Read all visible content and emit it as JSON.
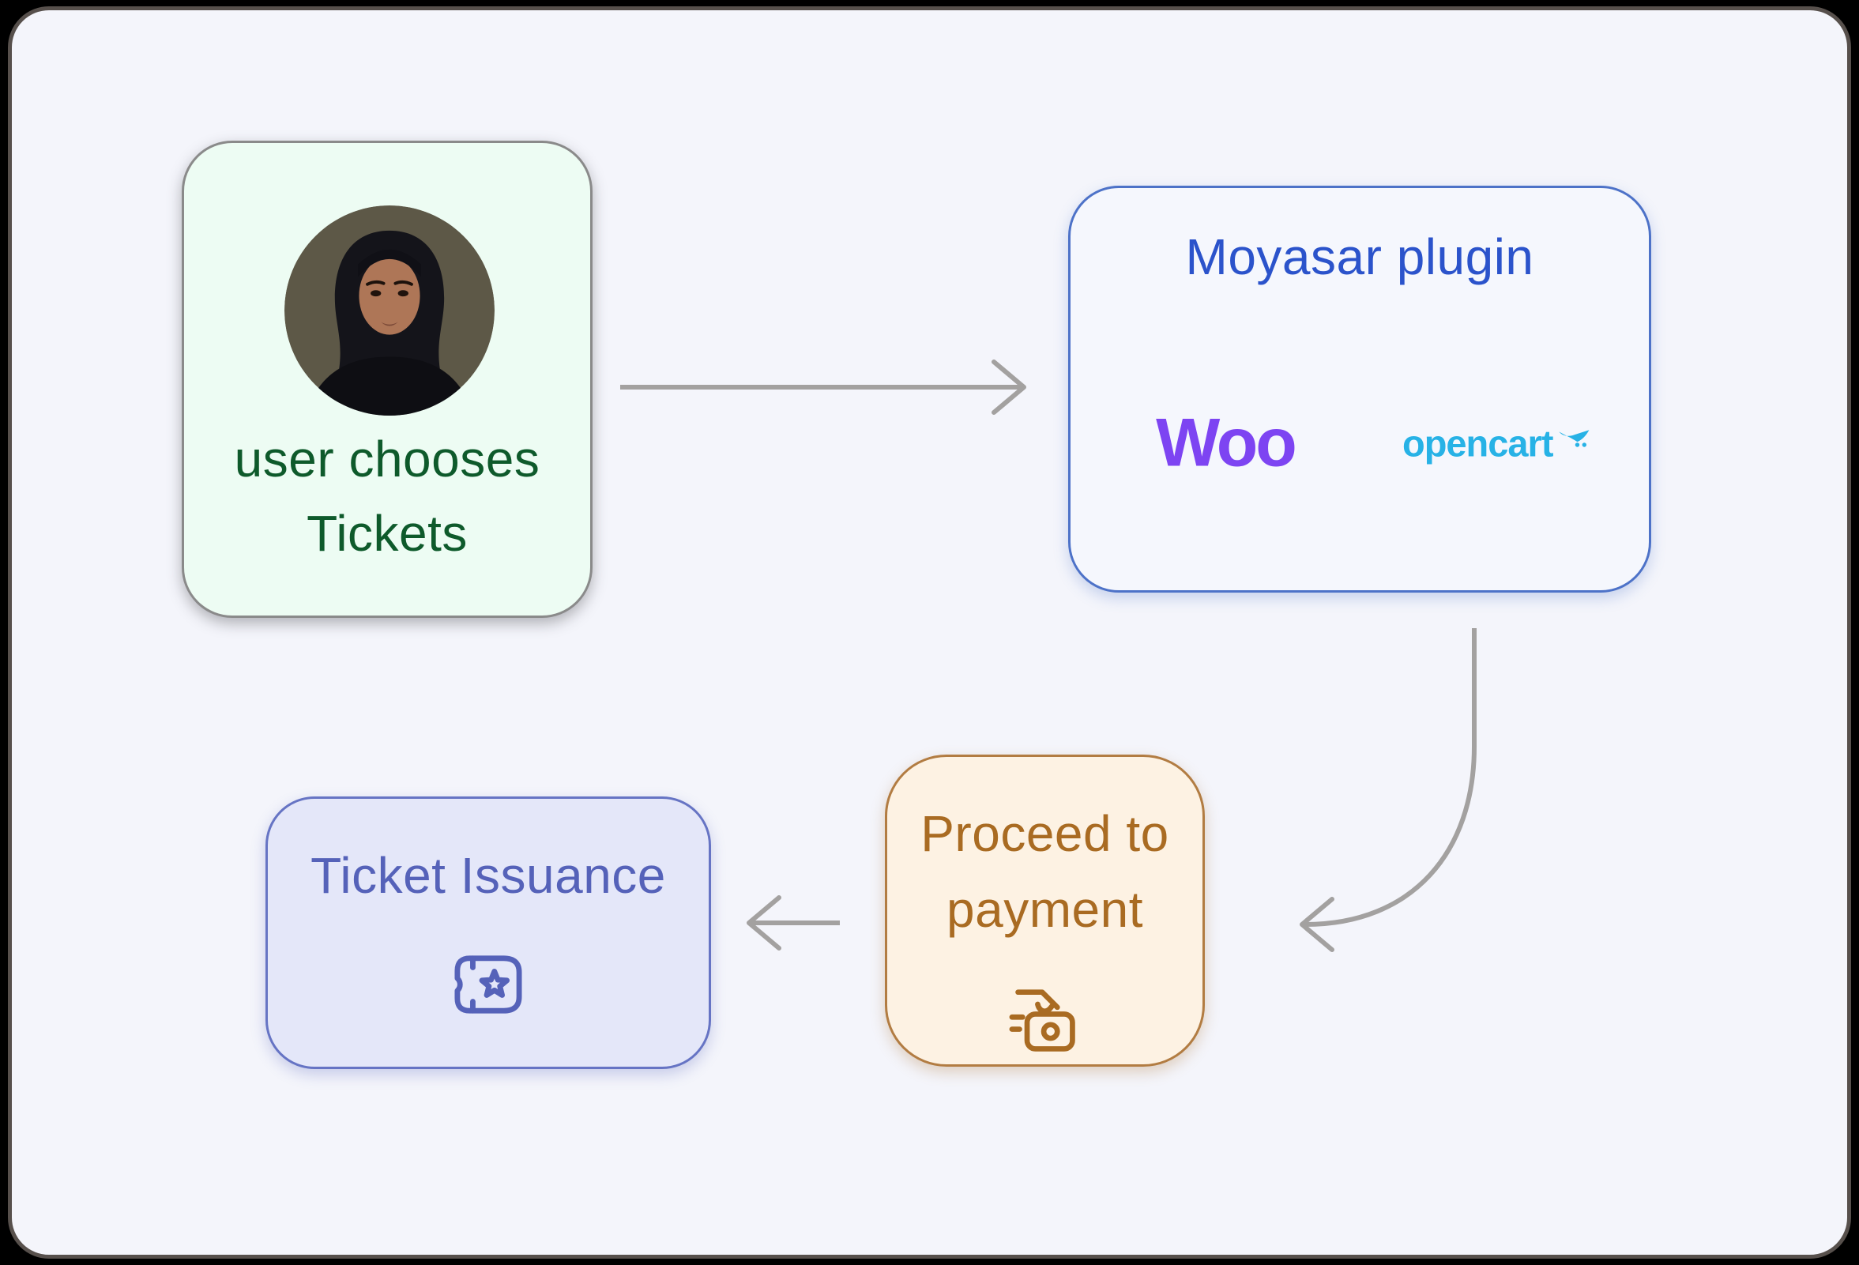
{
  "frame": {
    "outer_background": "#000000",
    "border_color": "#57504c",
    "background": "#f4f5fb"
  },
  "nodes": {
    "user_chooses": {
      "line1": "user chooses",
      "line2": "Tickets",
      "text_color": "#0e5a2b",
      "bg_color": "#edfcf3",
      "border_color": "#8a8a8a",
      "avatar": "portrait-photo-woman-black-hijab"
    },
    "moyasar_plugin": {
      "title": "Moyasar plugin",
      "title_color": "#2b53cb",
      "bg_color": "#f5f7fd",
      "border_color": "#4d72c8",
      "woo_text": "Woo",
      "woo_color": "#7d44f2",
      "opencart_text": "opencart",
      "opencart_color": "#27b2e6"
    },
    "proceed_payment": {
      "line1": "Proceed to",
      "line2": "payment",
      "text_color": "#a96b22",
      "bg_color": "#fdf2e3",
      "border_color": "#b27c42",
      "icon": "hand-card-payment-icon"
    },
    "ticket_issuance": {
      "title": "Ticket Issuance",
      "text_color": "#5562b9",
      "bg_color": "#e4e7f9",
      "border_color": "#6674c4",
      "icon": "ticket-star-icon"
    }
  },
  "arrows": {
    "color": "#a3a1a0"
  }
}
